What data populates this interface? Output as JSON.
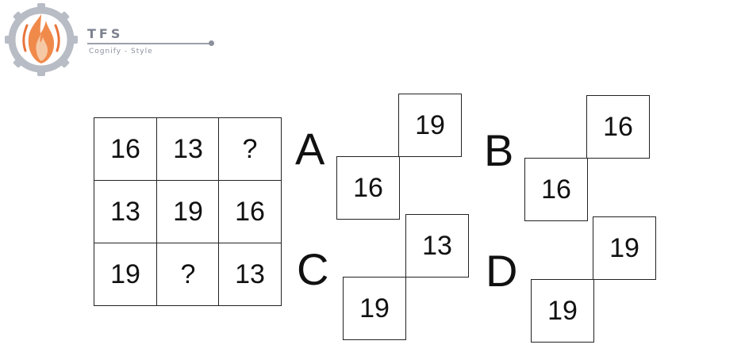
{
  "logo": {
    "title": "TFS",
    "subtitle": "Cognify - Style"
  },
  "grid": {
    "rows": [
      [
        "16",
        "13",
        "?"
      ],
      [
        "13",
        "19",
        "16"
      ],
      [
        "19",
        "?",
        "13"
      ]
    ]
  },
  "options": [
    {
      "letter": "A",
      "upper": "19",
      "lower": "16"
    },
    {
      "letter": "B",
      "upper": "16",
      "lower": "16"
    },
    {
      "letter": "C",
      "upper": "13",
      "lower": "19"
    },
    {
      "letter": "D",
      "upper": "19",
      "lower": "19"
    }
  ],
  "colors": {
    "logo_flame": "#e8743b",
    "logo_gear": "#b7bcc5",
    "text": "#111111"
  }
}
